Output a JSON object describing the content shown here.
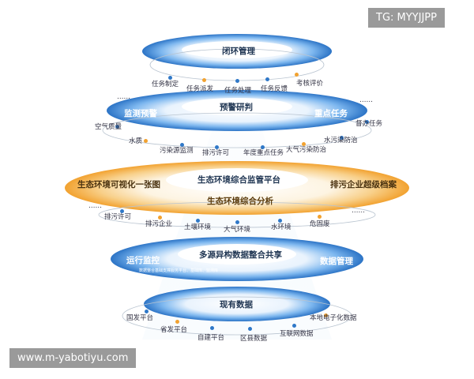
{
  "watermarks": {
    "top_right": "TG: MYYJJPP",
    "bottom_left": "www.m-yabotiyu.com"
  },
  "tier1": {
    "title": "闭环管理",
    "items": [
      "任务制定",
      "任务派发",
      "任务处理",
      "任务反馈",
      "考核评价"
    ]
  },
  "tier2": {
    "center": "预警研判",
    "left": "监测预警",
    "right": "重点任务",
    "items": [
      "空气质量",
      "水质",
      "污染源监测",
      "排污许可",
      "年度重点任务",
      "大气污染防治",
      "水污染防治",
      "督办任务"
    ],
    "ellipsis_left": "……",
    "ellipsis_right": "……"
  },
  "tier3": {
    "center": "生态环境综合监管平台",
    "sub": "生态环境综合分析",
    "left": "生态环境可视化一张图",
    "right": "排污企业超级档案",
    "items": [
      "排污许可",
      "排污企业",
      "土壤环境",
      "大气环境",
      "水环境",
      "危固废"
    ],
    "ellipsis_left": "……",
    "ellipsis_right": "……"
  },
  "tier4": {
    "center": "多源异构数据整合共享",
    "left": "运行监控",
    "right": "数据管理",
    "note": "数据整合基础支撑服务平台、基础库、监测库"
  },
  "tier5": {
    "center": "现有数据",
    "items": [
      "国发平台",
      "省发平台",
      "自建平台",
      "区县数据",
      "互联网数据",
      "本地电子化数据"
    ]
  },
  "colors": {
    "blue": "#2f78c8",
    "light_blue": "#cfe5fb",
    "orange": "#f2a230",
    "gold": "#f6d9a0"
  }
}
